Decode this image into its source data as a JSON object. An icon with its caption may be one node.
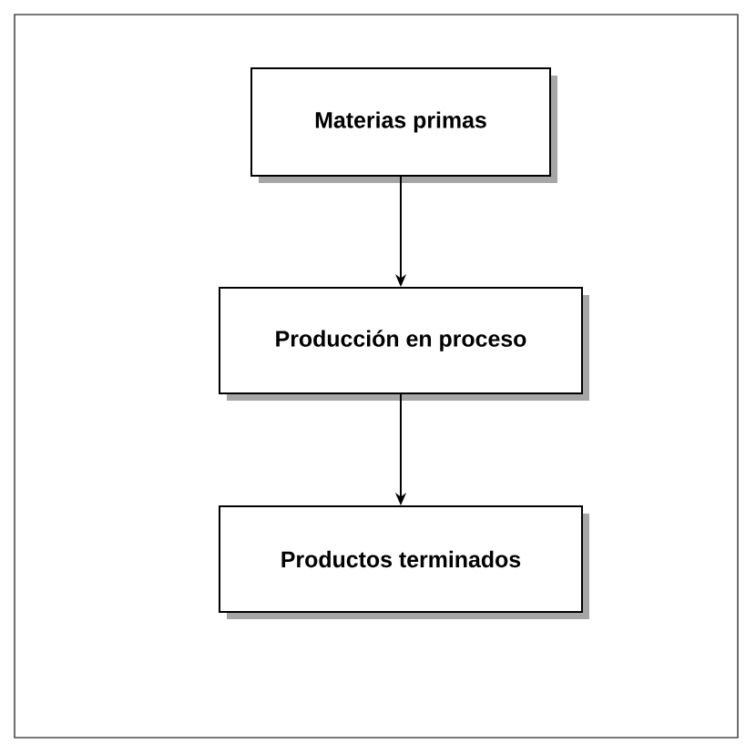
{
  "diagram": {
    "nodes": [
      {
        "text": [
          "Materias primas"
        ]
      },
      {
        "text": [
          "Producción en proceso"
        ]
      },
      {
        "text": [
          "Productos terminados"
        ]
      }
    ],
    "edges": [
      {
        "from": 0,
        "to": 1,
        "arrow": "to"
      },
      {
        "from": 1,
        "to": 2,
        "arrow": "to"
      }
    ]
  }
}
